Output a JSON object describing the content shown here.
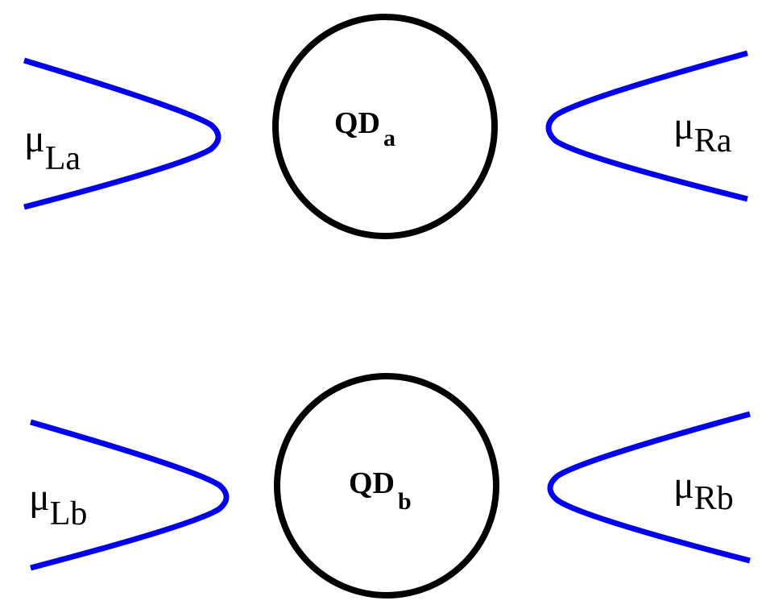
{
  "colors": {
    "lead": "#0000ee",
    "dot": "#000000",
    "background": "#ffffff"
  },
  "dots": [
    {
      "main": "QD",
      "sub": "a"
    },
    {
      "main": "QD",
      "sub": "b"
    }
  ],
  "leads": {
    "la": {
      "main": "μ",
      "sub": "La"
    },
    "ra": {
      "main": "μ",
      "sub": "Ra"
    },
    "lb": {
      "main": "μ",
      "sub": "Lb"
    },
    "rb": {
      "main": "μ",
      "sub": "Rb"
    }
  }
}
